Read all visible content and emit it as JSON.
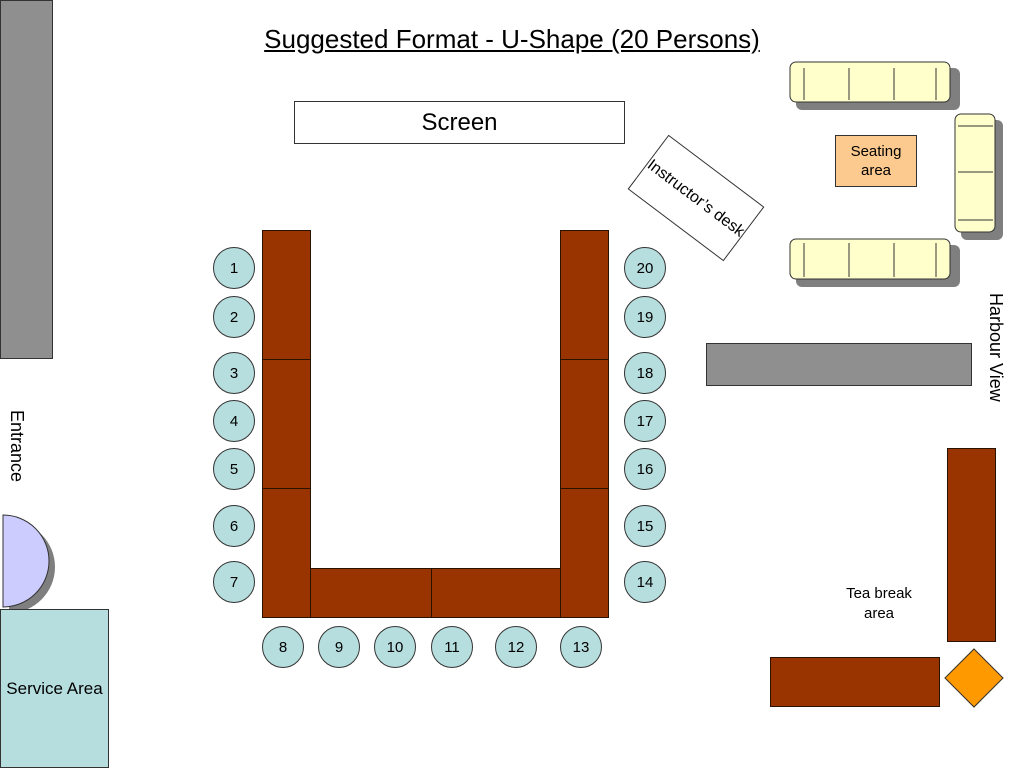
{
  "title": "Suggested Format - U-Shape (20 Persons)",
  "screen_label": "Screen",
  "instructor_desk_label": "Instructor’s desk",
  "seating_area_label": "Seating area",
  "harbour_view_label": "Harbour View",
  "entrance_label": "Entrance",
  "service_area_label": "Service Area",
  "tea_break_label": "Tea break area",
  "seats": [
    "1",
    "2",
    "3",
    "4",
    "5",
    "6",
    "7",
    "8",
    "9",
    "10",
    "11",
    "12",
    "13",
    "14",
    "15",
    "16",
    "17",
    "18",
    "19",
    "20"
  ],
  "colors": {
    "table": "#993300",
    "seat": "#b7dede",
    "sofa": "#ffffcc",
    "seating_area": "#fcc98e",
    "wall": "#8f8f8f",
    "door": "#ccccff",
    "tea_diamond": "#ff9900"
  }
}
